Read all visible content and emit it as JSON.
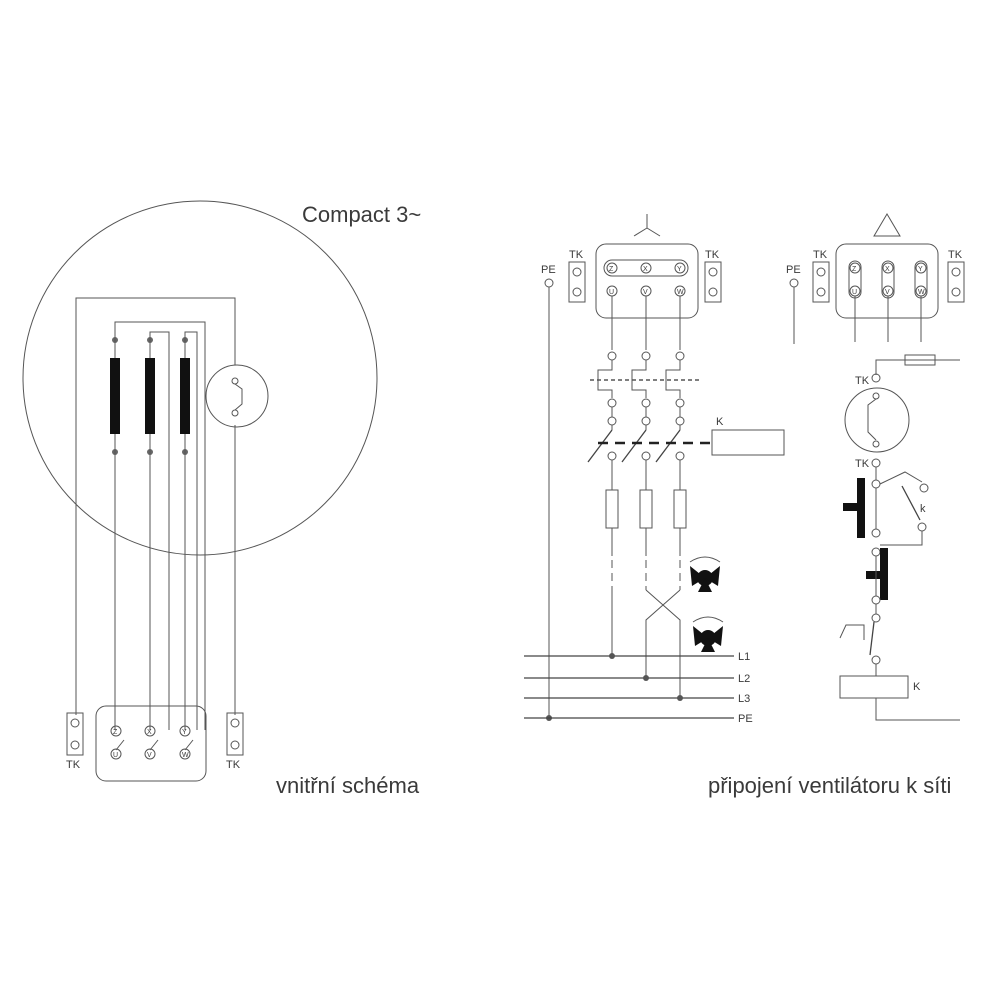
{
  "title": "Compact 3~",
  "caption_left": "vnitřní schéma",
  "caption_right": "připojení ventilátoru k síti",
  "labels": {
    "tk": "TK",
    "pe": "PE",
    "k_upper": "K",
    "k_lower": "k",
    "l1": "L1",
    "l2": "L2",
    "l3": "L3"
  },
  "terminals": {
    "top": [
      "Z",
      "X",
      "Y"
    ],
    "bottom": [
      "U",
      "V",
      "W"
    ]
  },
  "connections": {
    "star_symbol": "star",
    "delta_symbol": "delta"
  }
}
